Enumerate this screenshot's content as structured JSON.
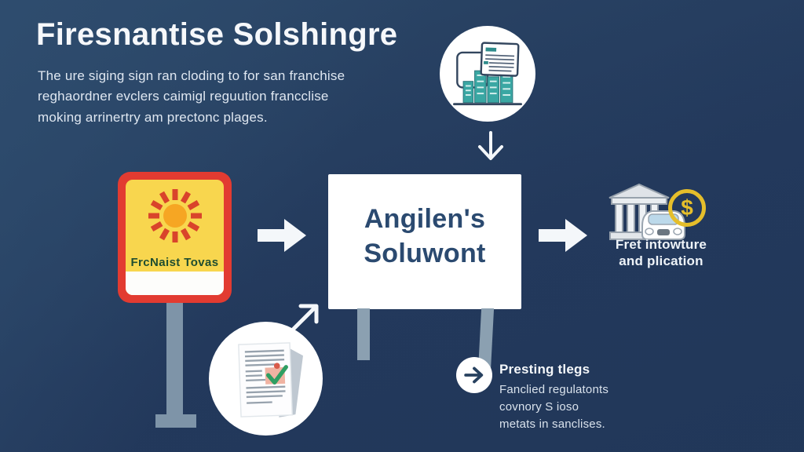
{
  "palette": {
    "background_navy": "#23395C",
    "sign_red": "#E23B31",
    "sign_yellow": "#F8D64E",
    "sign_text_green": "#1F4D30",
    "sun_orange": "#F6A623",
    "sun_ray_red": "#D9442B",
    "teal": "#3AA7A3",
    "coin_gold": "#E5BE2B",
    "billboard_text_navy": "#2B4A70",
    "pole_gray": "#7E94A8"
  },
  "header": {
    "title": "Firesnantise Solshingre",
    "description_lines": [
      "The ure siging sign ran cloding to for san franchise",
      "reghaordner evclers caimigl reguution francclise",
      "moking arrinertry am prectonc plages."
    ]
  },
  "sign": {
    "label": "FrcNaist Tovas"
  },
  "billboard": {
    "line1": "Angilen's",
    "line2": "Soluwont"
  },
  "finance_group": {
    "coin_symbol": "$",
    "caption_line1": "Fret intowture",
    "caption_line2": "and plication"
  },
  "callout": {
    "heading": "Presting tlegs",
    "body_lines": [
      "Fanclied regulatonts",
      "covnory S ioso",
      "metats in sanclises."
    ]
  },
  "icons": {
    "sun": "sun-icon",
    "documents_buildings": "documents-buildings-icon",
    "arrow_down": "arrow-down-icon",
    "arrow_right_solid": "arrow-right-icon",
    "bank": "bank-icon",
    "car": "car-icon",
    "dollar_coin": "dollar-coin-icon",
    "document_check": "document-check-icon",
    "arrow_up_right": "arrow-up-right-icon",
    "circle_arrow_right": "circle-arrow-right-icon"
  }
}
